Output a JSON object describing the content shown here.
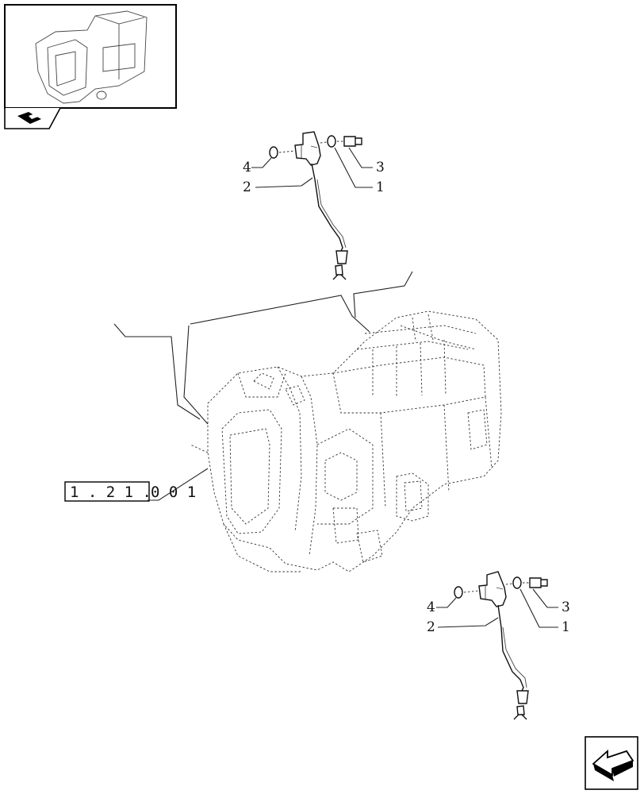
{
  "diagram": {
    "thumbnail_label": "",
    "reference": {
      "boxed": "1 . 2 1 .",
      "suffix": "0  0 1"
    },
    "callouts_top": [
      "4",
      "2",
      "3",
      "1"
    ],
    "callouts_bottom": [
      "4",
      "2",
      "3",
      "1"
    ]
  },
  "icons": {
    "thumbnail": "transmission-housing-thumbnail-icon",
    "book": "book-icon",
    "nav": "navigate-arrow-icon"
  }
}
